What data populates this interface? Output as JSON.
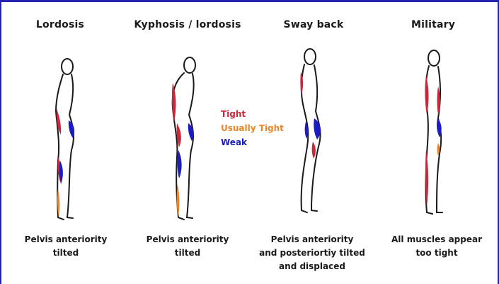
{
  "columns": [
    {
      "title": "Lordosis",
      "caption_lines": [
        "Pelvis anteriority",
        "tilted"
      ]
    },
    {
      "title": "Kyphosis / lordosis",
      "caption_lines": [
        "Pelvis anteriority",
        "tilted"
      ]
    },
    {
      "title": "Sway back",
      "caption_lines": [
        "Pelvis anteriority",
        "and posteriortiy tilted",
        "and displaced"
      ]
    },
    {
      "title": "Military",
      "caption_lines": [
        "All muscles appear",
        "too tight"
      ]
    }
  ],
  "legend": {
    "tight": "Tight",
    "usually_tight": "Usually Tight",
    "weak": "Weak"
  },
  "colors": {
    "tight": "#c8283a",
    "usually_tight": "#e8862a",
    "weak": "#1c1cc0",
    "frame": "#2323b0",
    "outline": "#1a1a1a"
  }
}
